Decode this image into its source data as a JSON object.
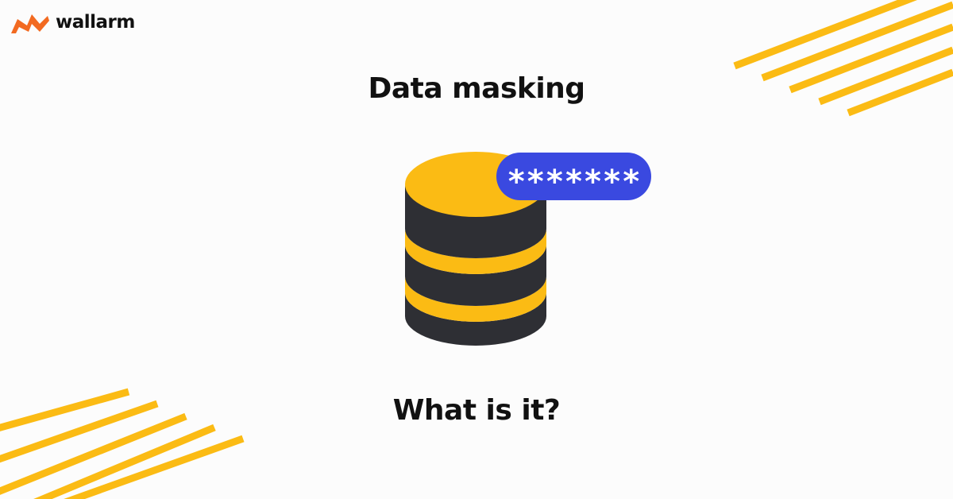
{
  "brand": {
    "name": "wallarm",
    "logo_icon": "wallarm-logo-icon"
  },
  "headline": "Data masking",
  "subheadline": "What is it?",
  "illustration": {
    "icon": "database-icon",
    "masked_value": "*******"
  },
  "colors": {
    "accent_yellow": "#fbbb14",
    "dark": "#2e2f34",
    "badge_blue": "#3a49e0",
    "brand_orange": "#f26a21"
  }
}
